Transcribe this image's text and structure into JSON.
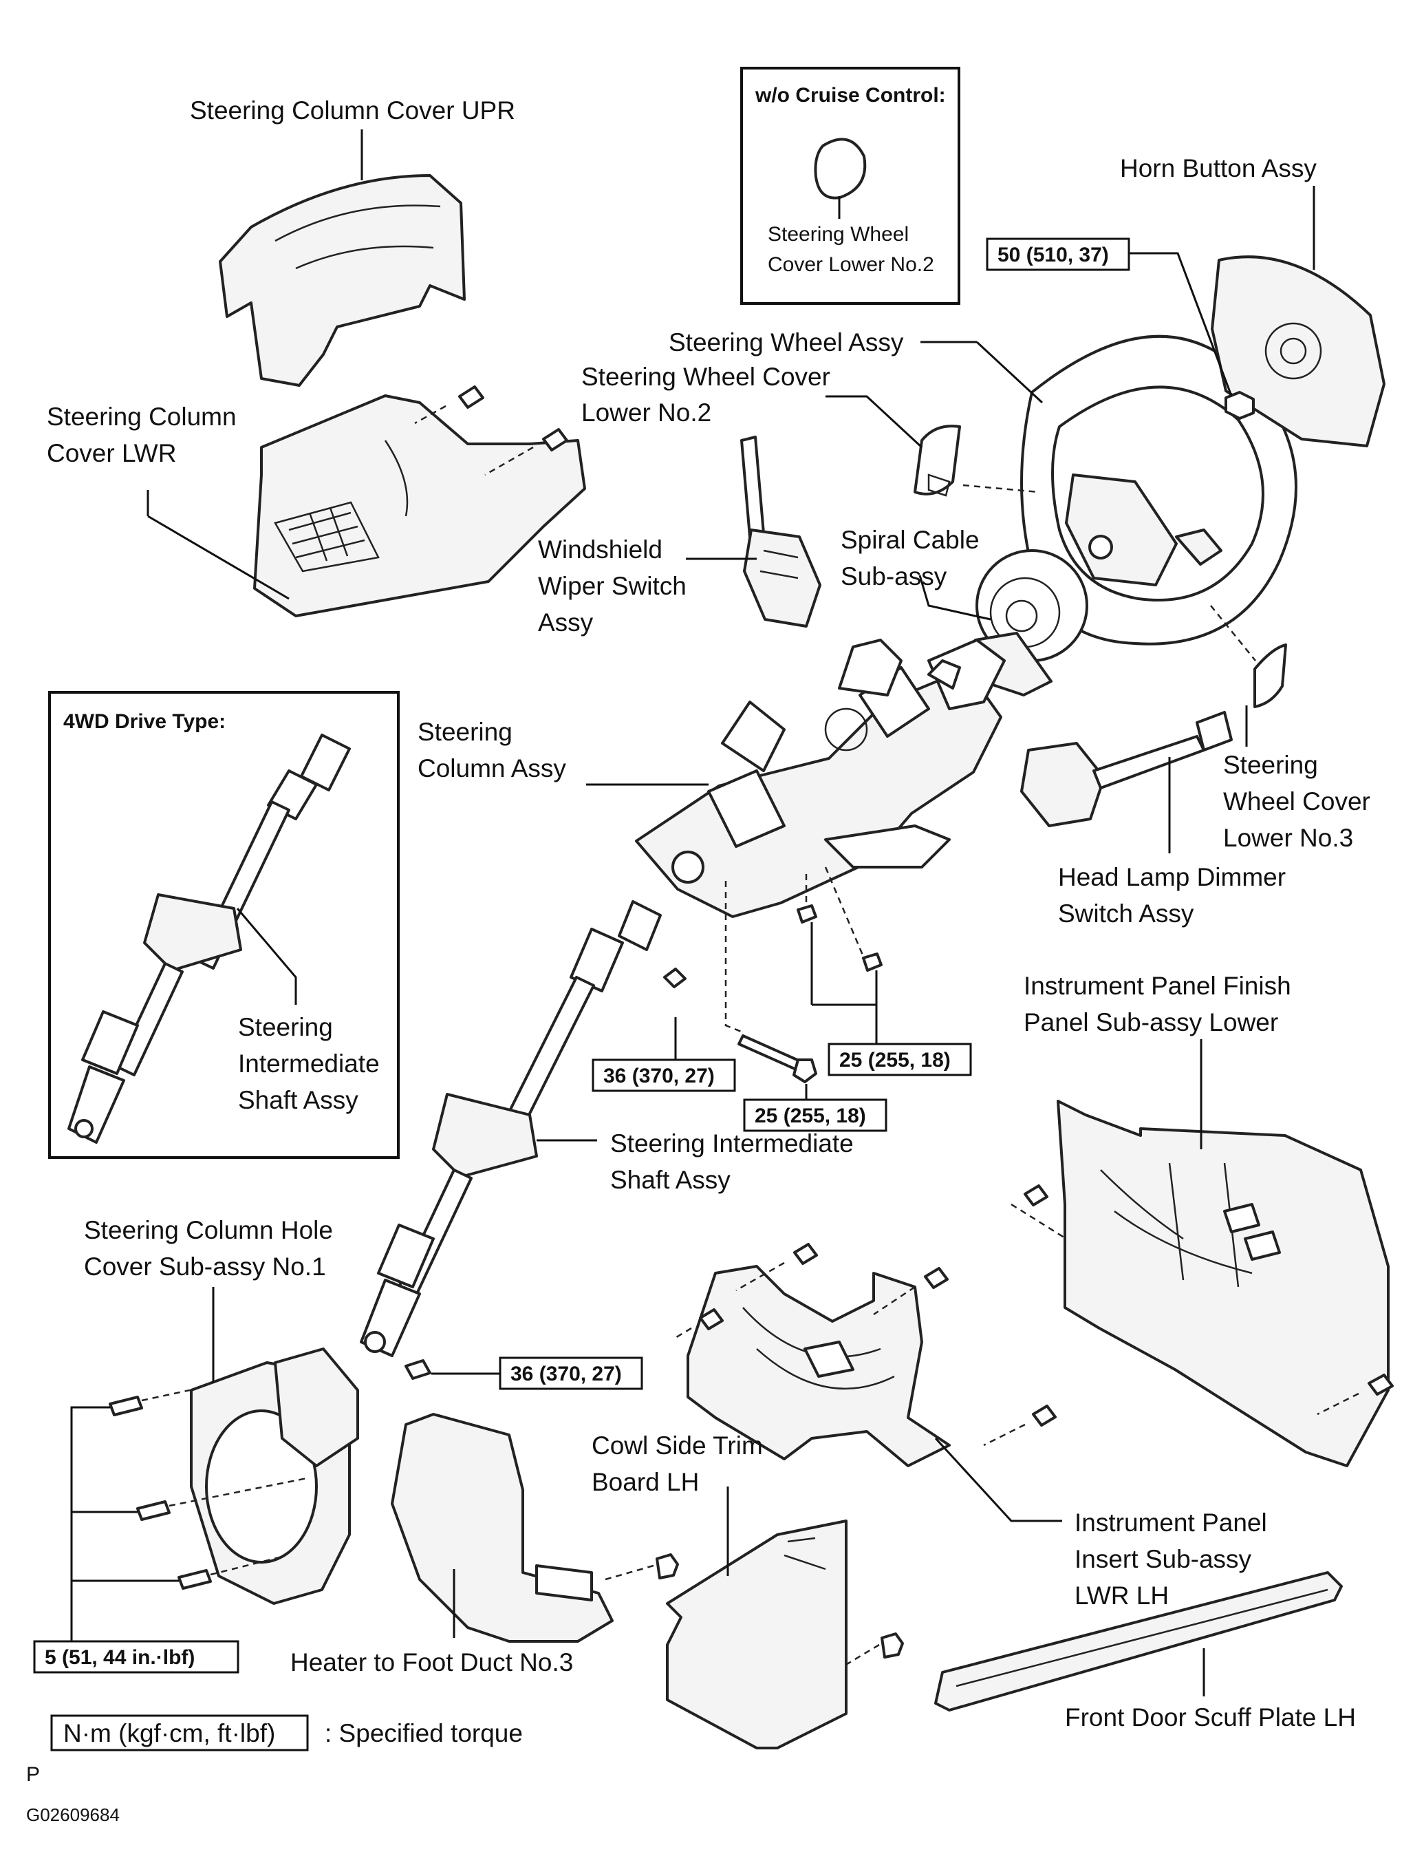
{
  "labels": {
    "cover_upr": "Steering Column Cover UPR",
    "cover_lwr_1": "Steering Column",
    "cover_lwr_2": "Cover LWR",
    "wheel_assy": "Steering Wheel Assy",
    "wheel_cover_no2_1": "Steering Wheel Cover",
    "wheel_cover_no2_2": "Lower No.2",
    "horn_button": "Horn Button Assy",
    "wiper_switch_1": "Windshield",
    "wiper_switch_2": "Wiper Switch",
    "wiper_switch_3": "Assy",
    "spiral_cable_1": "Spiral Cable",
    "spiral_cable_2": "Sub-assy",
    "column_assy_1": "Steering",
    "column_assy_2": "Column Assy",
    "wheel_cover_no3_1": "Steering",
    "wheel_cover_no3_2": "Wheel Cover",
    "wheel_cover_no3_3": "Lower No.3",
    "head_lamp_1": "Head Lamp Dimmer",
    "head_lamp_2": "Switch Assy",
    "inter_shaft_inset_1": "Steering",
    "inter_shaft_inset_2": "Intermediate",
    "inter_shaft_inset_3": "Shaft Assy",
    "inter_shaft_1": "Steering Intermediate",
    "inter_shaft_2": "Shaft Assy",
    "finish_panel_1": "Instrument Panel Finish",
    "finish_panel_2": "Panel Sub-assy Lower",
    "hole_cover_1": "Steering Column Hole",
    "hole_cover_2": "Cover Sub-assy No.1",
    "cowl_trim_1": "Cowl Side Trim",
    "cowl_trim_2": "Board LH",
    "insert_lwr_1": "Instrument Panel",
    "insert_lwr_2": "Insert Sub-assy",
    "insert_lwr_3": "LWR LH",
    "heater_duct": "Heater to Foot Duct No.3",
    "scuff_plate": "Front Door Scuff Plate LH"
  },
  "insets": {
    "cruise_title": "w/o Cruise Control:",
    "cruise_part_1": "Steering Wheel",
    "cruise_part_2": "Cover Lower No.2",
    "drive_title": "4WD Drive Type:"
  },
  "torques": {
    "horn_nut": "50 (510, 37)",
    "shaft_upper_bolt": "36 (370, 27)",
    "column_bolt": "25 (255, 18)",
    "column_bolts_pair": "25 (255, 18)",
    "shaft_lower_bolt": "36 (370, 27)",
    "hole_cover_bolts": "5 (51, 44 in.·lbf)"
  },
  "legend": {
    "unit_box": "N·m (kgf·cm, ft·lbf)",
    "unit_desc": ": Specified torque"
  },
  "footer": {
    "letter": "P",
    "code": "G02609684"
  }
}
